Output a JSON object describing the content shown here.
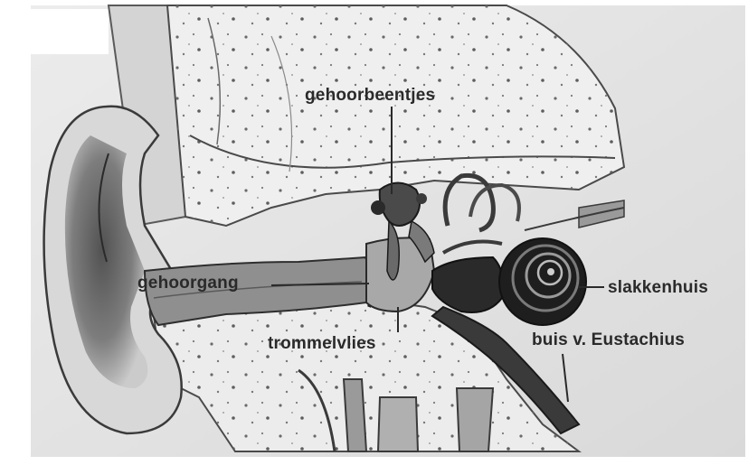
{
  "labels": {
    "ossicles": "gehoorbeentjes",
    "ear_canal": "gehoorgang",
    "cochlea": "slakkenhuis",
    "eardrum": "trommelvlies",
    "eustachian_tube": "buis v. Eustachius"
  }
}
